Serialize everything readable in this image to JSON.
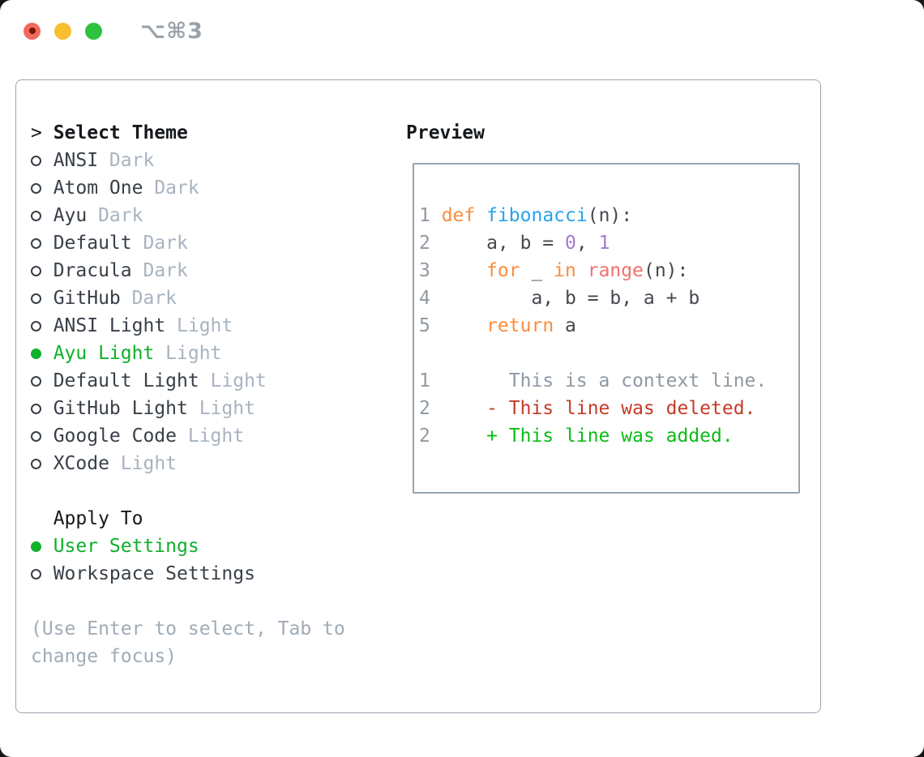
{
  "titlebar": {
    "shortcut": "⌥⌘3"
  },
  "theme_panel": {
    "header_prefix": ">",
    "header": "Select Theme",
    "items": [
      {
        "label": "ANSI",
        "variant": "Dark",
        "selected": false
      },
      {
        "label": "Atom One",
        "variant": "Dark",
        "selected": false
      },
      {
        "label": "Ayu",
        "variant": "Dark",
        "selected": false
      },
      {
        "label": "Default",
        "variant": "Dark",
        "selected": false
      },
      {
        "label": "Dracula",
        "variant": "Dark",
        "selected": false
      },
      {
        "label": "GitHub",
        "variant": "Dark",
        "selected": false
      },
      {
        "label": "ANSI Light",
        "variant": "Light",
        "selected": false
      },
      {
        "label": "Ayu Light",
        "variant": "Light",
        "selected": true
      },
      {
        "label": "Default Light",
        "variant": "Light",
        "selected": false
      },
      {
        "label": "GitHub Light",
        "variant": "Light",
        "selected": false
      },
      {
        "label": "Google Code",
        "variant": "Light",
        "selected": false
      },
      {
        "label": "XCode",
        "variant": "Light",
        "selected": false
      }
    ],
    "apply_to": {
      "header": "Apply To",
      "options": [
        {
          "label": "User Settings",
          "selected": true
        },
        {
          "label": "Workspace Settings",
          "selected": false
        }
      ]
    },
    "help_line1": "(Use Enter to select, Tab to",
    "help_line2": "change focus)"
  },
  "preview": {
    "title": "Preview",
    "lines": [
      {
        "num": "1",
        "tokens": [
          [
            "def",
            "kw"
          ],
          [
            " ",
            "fg"
          ],
          [
            "fibonacci",
            "fn"
          ],
          [
            "(n):",
            "fg"
          ]
        ]
      },
      {
        "num": "2",
        "tokens": [
          [
            "    a, b = ",
            "fg"
          ],
          [
            "0",
            "lit"
          ],
          [
            ", ",
            "fg"
          ],
          [
            "1",
            "lit"
          ]
        ]
      },
      {
        "num": "3",
        "tokens": [
          [
            "    ",
            "fg"
          ],
          [
            "for",
            "kw"
          ],
          [
            " _ ",
            "fg"
          ],
          [
            "in",
            "kw"
          ],
          [
            " ",
            "fg"
          ],
          [
            "range",
            "call"
          ],
          [
            "(n):",
            "fg"
          ]
        ]
      },
      {
        "num": "4",
        "tokens": [
          [
            "        a, b = b, a + b",
            "fg"
          ]
        ]
      },
      {
        "num": "5",
        "tokens": [
          [
            "    ",
            "fg"
          ],
          [
            "return",
            "kw"
          ],
          [
            " a",
            "fg"
          ]
        ]
      },
      {
        "spacer": true
      },
      {
        "num": "1",
        "tokens": [
          [
            "      This is a context line.",
            "ctx"
          ]
        ]
      },
      {
        "num": "2",
        "tokens": [
          [
            "    - This line was deleted.",
            "del"
          ]
        ]
      },
      {
        "num": "2",
        "tokens": [
          [
            "    + This line was added.",
            "add"
          ]
        ]
      }
    ]
  },
  "colors": {
    "kw": "#fa8d3e",
    "fn": "#29a2ec",
    "lit": "#a37acc",
    "call": "#f0716f",
    "fg": "#44494f",
    "lineno": "#8f99a3",
    "ctx": "#8f99a3",
    "del": "#c63a28",
    "add": "#0cbc18",
    "selected": "#0fb02c",
    "item": "#383f47",
    "variant": "#a8b3c0",
    "help": "#a0abb6",
    "header": "#15181c",
    "border": "#9aa4af",
    "title_text": "#9ba1a8",
    "light_red": "#f16a5d",
    "light_yellow": "#f9bf2f",
    "light_green": "#2fc23f"
  }
}
